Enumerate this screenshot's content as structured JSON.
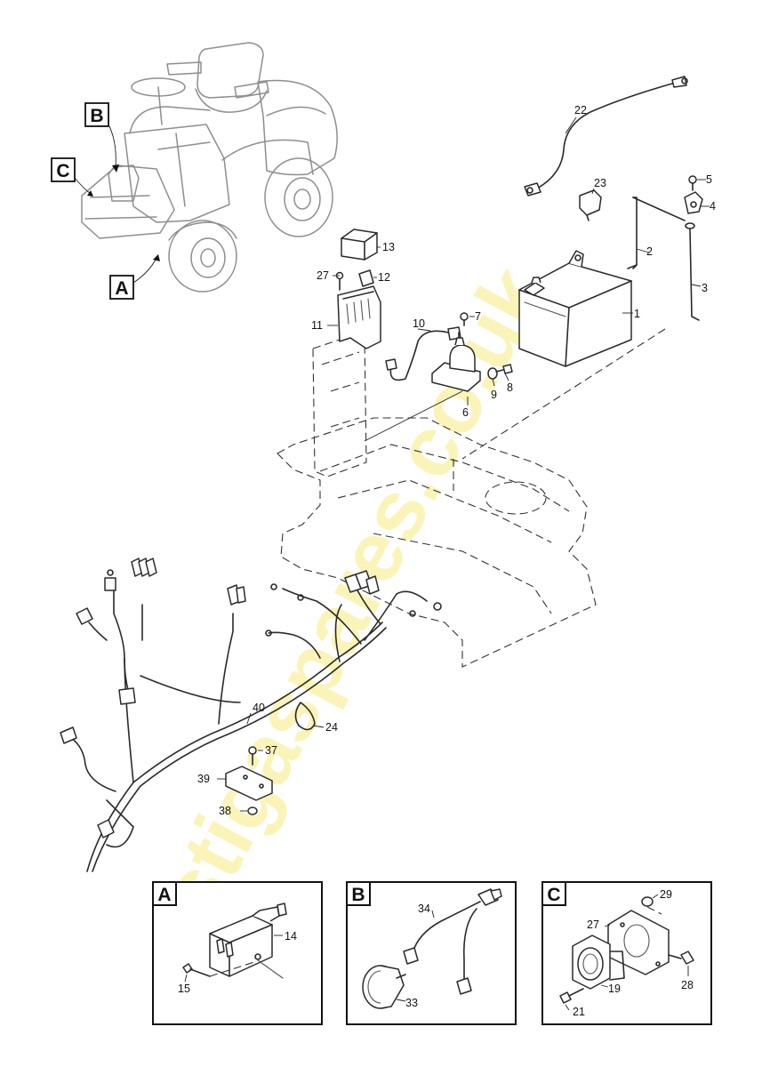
{
  "watermark": "stigaspares.co.uk",
  "callouts": [
    {
      "id": "p1",
      "text": "1"
    },
    {
      "id": "p2",
      "text": "2"
    },
    {
      "id": "p3",
      "text": "3"
    },
    {
      "id": "p4",
      "text": "4"
    },
    {
      "id": "p5",
      "text": "5"
    },
    {
      "id": "p6",
      "text": "6"
    },
    {
      "id": "p7",
      "text": "7"
    },
    {
      "id": "p8",
      "text": "8"
    },
    {
      "id": "p9",
      "text": "9"
    },
    {
      "id": "p10",
      "text": "10"
    },
    {
      "id": "p11",
      "text": "11"
    },
    {
      "id": "p12",
      "text": "12"
    },
    {
      "id": "p13",
      "text": "13"
    },
    {
      "id": "p22",
      "text": "22"
    },
    {
      "id": "p23",
      "text": "23"
    },
    {
      "id": "p24",
      "text": "24"
    },
    {
      "id": "p27",
      "text": "27"
    },
    {
      "id": "p37",
      "text": "37"
    },
    {
      "id": "p38",
      "text": "38"
    },
    {
      "id": "p39",
      "text": "39"
    },
    {
      "id": "p40",
      "text": "40"
    }
  ],
  "vehicle_markers": {
    "a": "A",
    "b": "B",
    "c": "C"
  },
  "detail_a": {
    "letter": "A",
    "labels": {
      "n14": "14",
      "n15": "15"
    }
  },
  "detail_b": {
    "letter": "B",
    "labels": {
      "n33": "33",
      "n34": "34"
    }
  },
  "detail_c": {
    "letter": "C",
    "labels": {
      "n19": "19",
      "n21": "21",
      "n27": "27",
      "n28": "28",
      "n29": "29"
    }
  }
}
